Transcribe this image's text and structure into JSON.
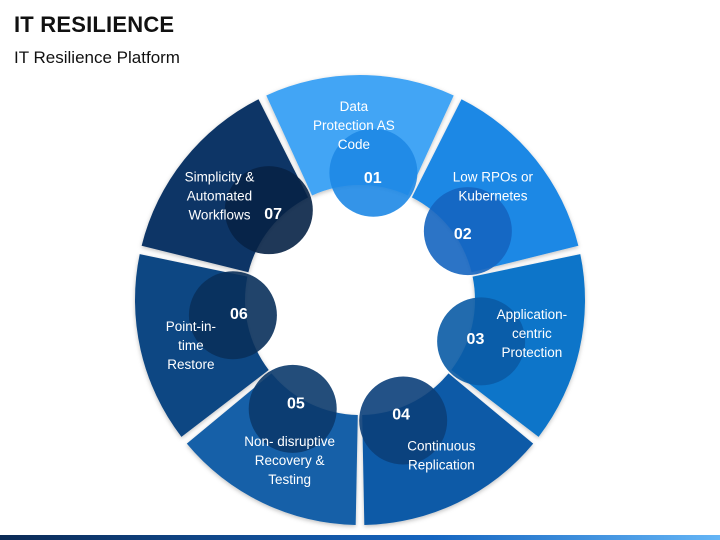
{
  "header": {
    "title": "IT RESILIENCE",
    "subtitle": "IT Resilience Platform"
  },
  "segments": [
    {
      "number": "01",
      "lines": [
        "Data",
        "Protection AS",
        "Code"
      ],
      "color": "#42a5f5",
      "circle_color": "#1e88e5"
    },
    {
      "number": "02",
      "lines": [
        "Low RPOs or",
        "Kubernetes"
      ],
      "color": "#1e88e5",
      "circle_color": "#1565c0"
    },
    {
      "number": "03",
      "lines": [
        "Application-",
        "centric",
        "Protection"
      ],
      "color": "#0a74c9",
      "circle_color": "#0a5ba5"
    },
    {
      "number": "04",
      "lines": [
        "Continuous",
        "Replication"
      ],
      "color": "#0d5aa7",
      "circle_color": "#0b3f7a"
    },
    {
      "number": "05",
      "lines": [
        "Non- disruptive",
        "Recovery &",
        "Testing"
      ],
      "color": "#1560a8",
      "circle_color": "#0b3a6b"
    },
    {
      "number": "06",
      "lines": [
        "Point-in-",
        "time",
        "Restore"
      ],
      "color": "#0c4683",
      "circle_color": "#09305b"
    },
    {
      "number": "07",
      "lines": [
        "Simplicity &",
        "Automated",
        "Workflows"
      ],
      "color": "#0b3566",
      "circle_color": "#072246"
    }
  ]
}
